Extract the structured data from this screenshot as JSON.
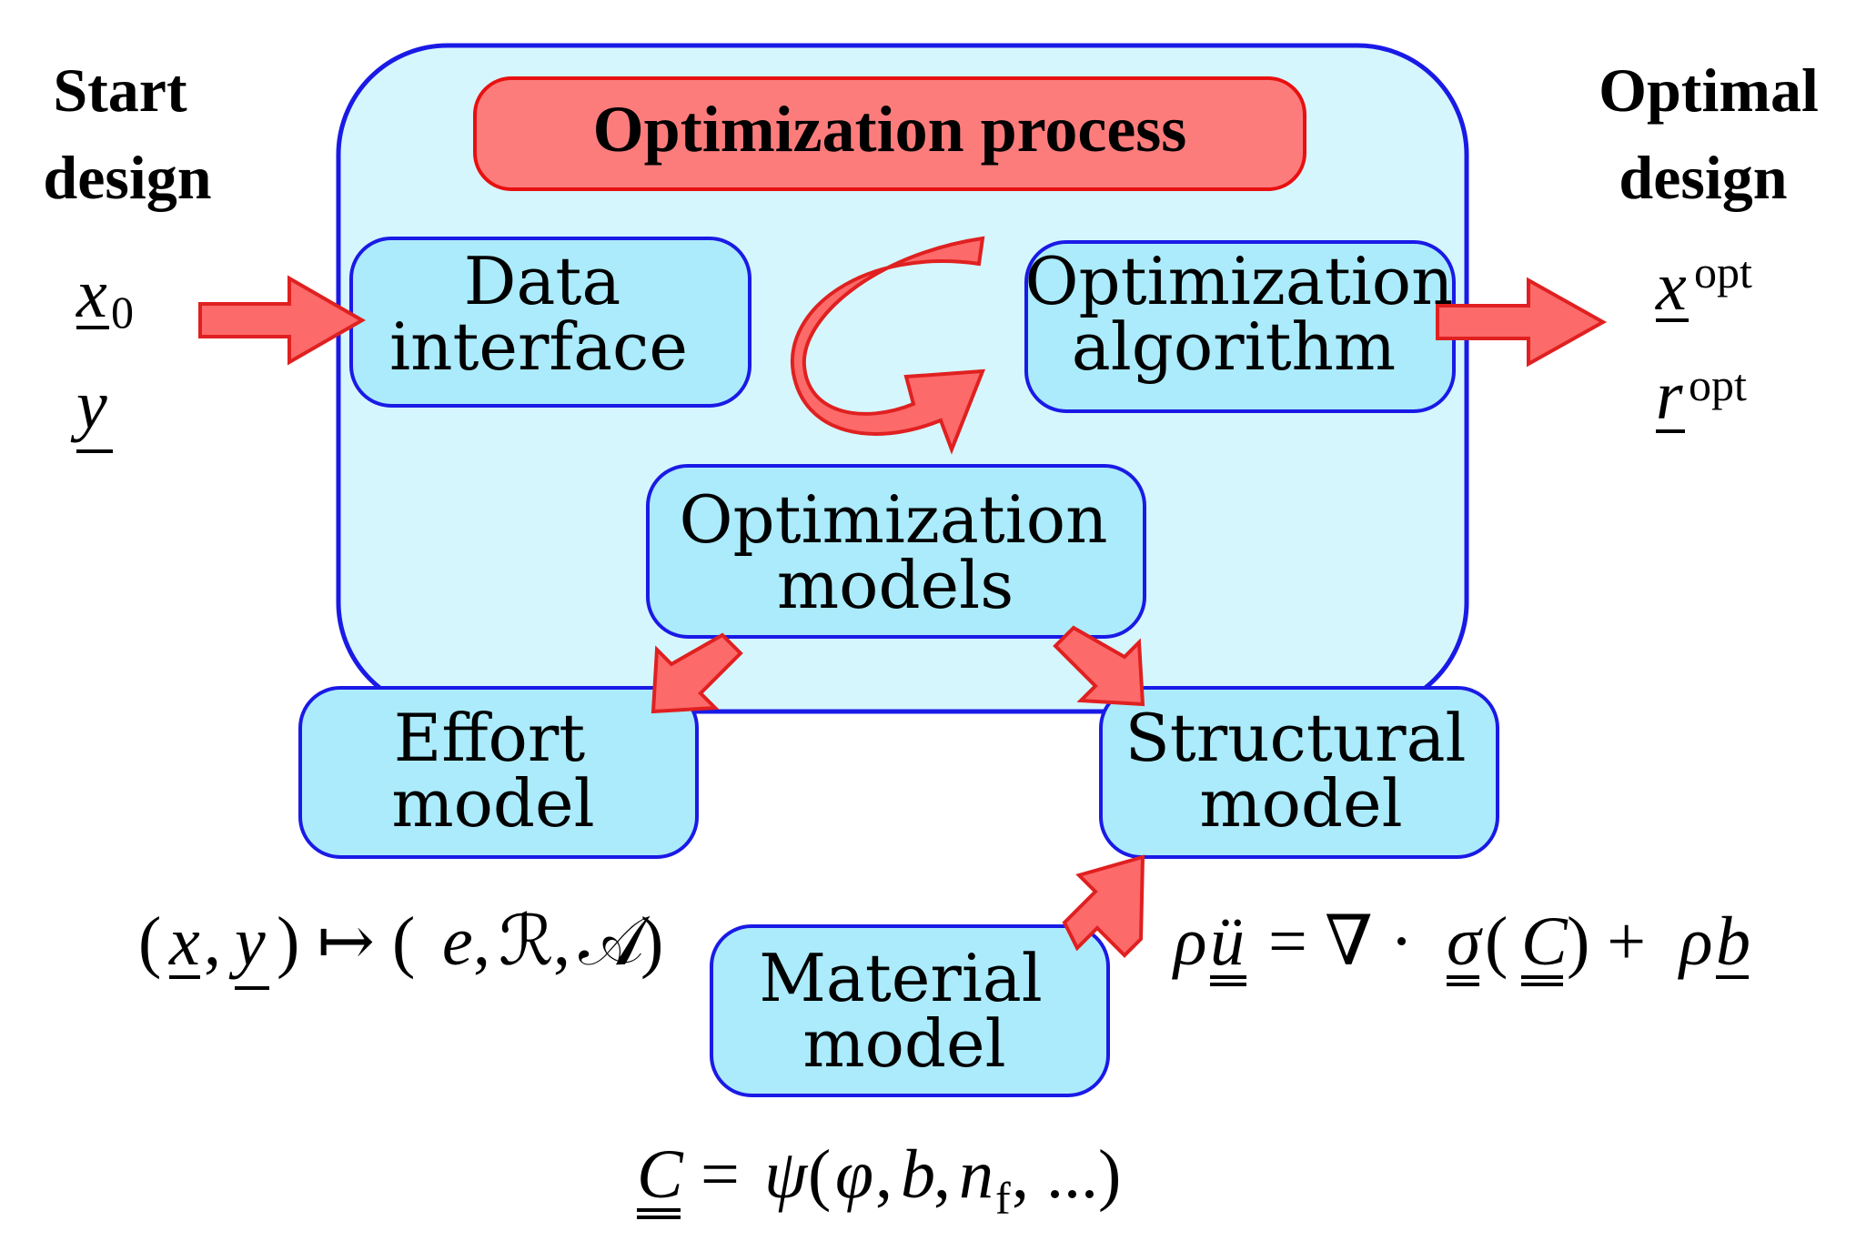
{
  "colors": {
    "container_fill": "#d6f6fd",
    "box_fill": "#abebfb",
    "box_stroke": "#1a1ae6",
    "header_fill": "#fc7c7c",
    "header_stroke": "#e81010",
    "arrow_fill": "#fc6a6a",
    "arrow_stroke": "#e02020"
  },
  "header": {
    "title": "Optimization process"
  },
  "start": {
    "line1": "Start",
    "line2": "design",
    "var1": "x",
    "var1_sub": "0",
    "var2": "y"
  },
  "optimal": {
    "line1": "Optimal",
    "line2": "design",
    "var1": "x",
    "var2": "r",
    "sup": "opt"
  },
  "boxes": {
    "data_interface": {
      "line1": "Data",
      "line2": "interface"
    },
    "optimization_algorithm": {
      "line1": "Optimization",
      "line2": "algorithm"
    },
    "optimization_models": {
      "line1": "Optimization",
      "line2": "models"
    },
    "effort_model": {
      "line1": "Effort",
      "line2": "model"
    },
    "structural_model": {
      "line1": "Structural",
      "line2": "model"
    },
    "material_model": {
      "line1": "Material",
      "line2": "model"
    }
  },
  "equations": {
    "effort": {
      "open": "(",
      "x": "x",
      "comma1": ",",
      "y": "y",
      "maps": ") ↦ (",
      "e": "e",
      "comma2": ",",
      "R": "ℛ",
      "comma3": ",",
      "A": "𝒜",
      "close": ")"
    },
    "structural": {
      "rho1": "ρ",
      "u": "ü",
      "eq": "= ∇ ·",
      "sigma": "σ",
      "open": "(",
      "C": "C",
      "close_plus": ") +",
      "rho2": "ρ",
      "b": "b"
    },
    "material": {
      "C": "C",
      "eq": "= ",
      "psi": "ψ",
      "open": "(",
      "phi": "φ",
      "c1": ",",
      "b": "b",
      "c2": ",",
      "n": "n",
      "nsub": "f",
      "rest": ", ...)"
    }
  }
}
